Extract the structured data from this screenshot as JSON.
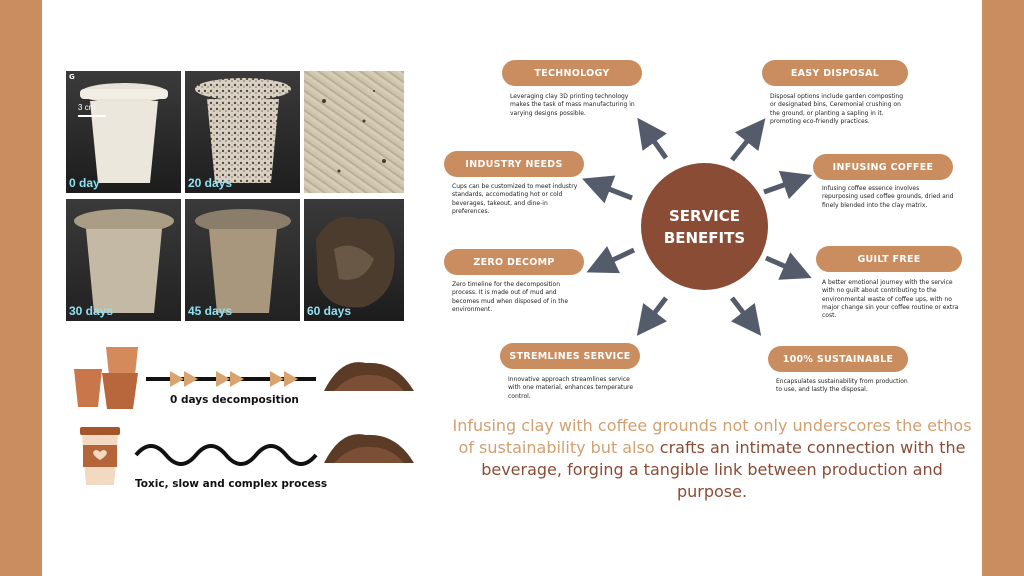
{
  "photos": {
    "corner_letter": "G",
    "scale_label": "3 cm",
    "labels": [
      "0 day",
      "20 days",
      "30 days",
      "45 days",
      "60 days"
    ]
  },
  "comparison": {
    "eco_caption": "0 days decomposition",
    "toxic_caption": "Toxic, slow and complex process"
  },
  "center": {
    "line1": "SERVICE",
    "line2": "BENEFITS",
    "color": "#8b4c36"
  },
  "accent_color": "#c98d5f",
  "benefits": {
    "technology": {
      "title": "TECHNOLOGY",
      "text": "Leveraging clay 3D printing technology makes the task of mass manufacturing in varying designs possible."
    },
    "industry": {
      "title": "INDUSTRY NEEDS",
      "text": "Cups can be customized to meet industry standards, accomodating hot or cold beverages, takeout, and dine-in preferences."
    },
    "zero": {
      "title": "ZERO DECOMP",
      "text": "Zero timeline for the decomposition process. It is made out of mud and becomes mud when disposed of in the environment."
    },
    "streamlines": {
      "title": "STREMLINES SERVICE",
      "text": "Innovative approach streamlines service with one material, enhances temperature control."
    },
    "disposal": {
      "title": "EASY DISPOSAL",
      "text": "Disposal options include garden composting or designated bins, Ceremonial crushing on the ground, or planting a sapling in it. promoting eco-friendly practices."
    },
    "coffee": {
      "title": "INFUSING COFFEE",
      "text": "Infusing coffee essence involves repurposing used coffee grounds, dried and finely blended into the clay matrix."
    },
    "guilt": {
      "title": "GUILT FREE",
      "text": "A better emotional journey with the service with no guilt about contributing to the environmental waste of coffee ups, with no major change sin your coffee routine or extra cost."
    },
    "sustainable": {
      "title": "100% SUSTAINABLE",
      "text": "Encapsulates sustainability from production to use, and lastly the disposal."
    }
  },
  "quote": {
    "part1": "Infusing clay with coffee grounds not only underscores the ethos of sustainability but also",
    "part2": "crafts an intimate connection with the beverage, forging a tangible link between production and purpose."
  }
}
